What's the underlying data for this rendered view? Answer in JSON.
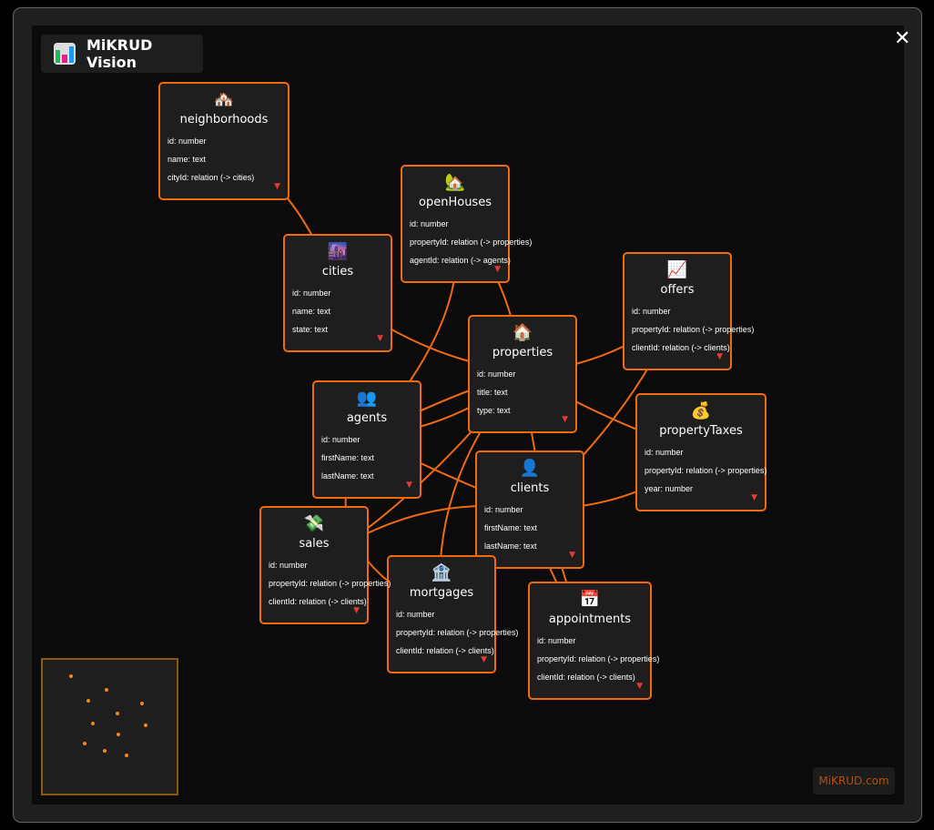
{
  "app": {
    "title": "MiKRUD Vision",
    "footer_link": "MiKRUD.com",
    "close_icon": "close-icon"
  },
  "colors": {
    "accent": "#f26a10",
    "arrow": "#e53935",
    "background": "#0b0b0b"
  },
  "nodes": [
    {
      "name": "neighborhoods",
      "icon": "🏘️",
      "fields": [
        "id: number",
        "name: text",
        "cityId: relation (-> cities)"
      ]
    },
    {
      "name": "openHouses",
      "icon": "🏡",
      "fields": [
        "id: number",
        "propertyId: relation (-> properties)",
        "agentId: relation (-> agents)"
      ]
    },
    {
      "name": "cities",
      "icon": "🌆",
      "fields": [
        "id: number",
        "name: text",
        "state: text"
      ]
    },
    {
      "name": "offers",
      "icon": "📈",
      "fields": [
        "id: number",
        "propertyId: relation (-> properties)",
        "clientId: relation (-> clients)"
      ]
    },
    {
      "name": "properties",
      "icon": "🏠",
      "fields": [
        "id: number",
        "title: text",
        "type: text"
      ]
    },
    {
      "name": "propertyTaxes",
      "icon": "💰",
      "fields": [
        "id: number",
        "propertyId: relation (-> properties)",
        "year: number"
      ]
    },
    {
      "name": "agents",
      "icon": "👥",
      "fields": [
        "id: number",
        "firstName: text",
        "lastName: text"
      ]
    },
    {
      "name": "clients",
      "icon": "👤",
      "fields": [
        "id: number",
        "firstName: text",
        "lastName: text"
      ]
    },
    {
      "name": "sales",
      "icon": "💸",
      "fields": [
        "id: number",
        "propertyId: relation (-> properties)",
        "clientId: relation (-> clients)"
      ]
    },
    {
      "name": "mortgages",
      "icon": "🏦",
      "fields": [
        "id: number",
        "propertyId: relation (-> properties)",
        "clientId: relation (-> clients)"
      ]
    },
    {
      "name": "appointments",
      "icon": "📅",
      "fields": [
        "id: number",
        "propertyId: relation (-> properties)",
        "clientId: relation (-> clients)"
      ]
    }
  ]
}
